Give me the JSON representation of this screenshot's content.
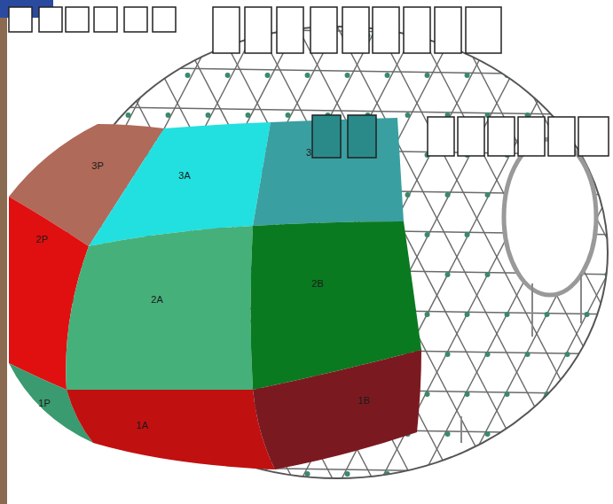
{
  "diagram": {
    "labels": [
      "3P",
      "3A",
      "3",
      "2P",
      "2A",
      "2B",
      "1P",
      "1A",
      "1B"
    ]
  }
}
